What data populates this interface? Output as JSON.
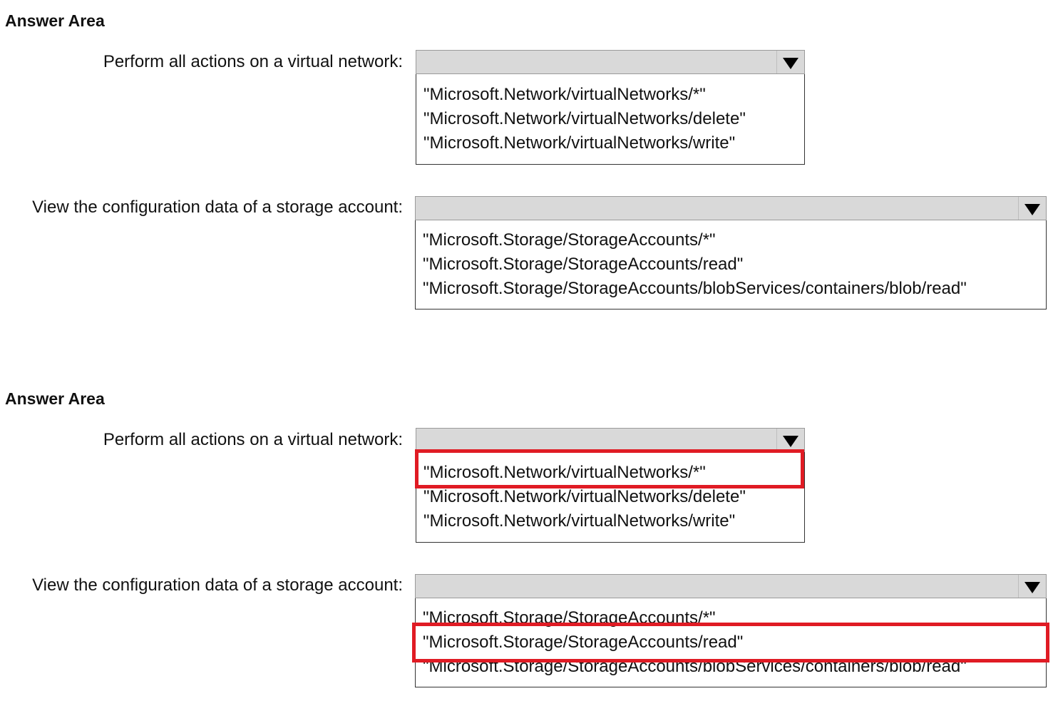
{
  "sections": [
    {
      "title": "Answer Area",
      "questions": [
        {
          "label": "Perform all actions on a virtual network:",
          "options": [
            "\"Microsoft.Network/virtualNetworks/*\"",
            "\"Microsoft.Network/virtualNetworks/delete\"",
            "\"Microsoft.Network/virtualNetworks/write\""
          ],
          "selected": null
        },
        {
          "label": "View the configuration data of a storage account:",
          "options": [
            "\"Microsoft.Storage/StorageAccounts/*\"",
            "\"Microsoft.Storage/StorageAccounts/read\"",
            "\"Microsoft.Storage/StorageAccounts/blobServices/containers/blob/read\""
          ],
          "selected": null
        }
      ]
    },
    {
      "title": "Answer Area",
      "questions": [
        {
          "label": "Perform all actions on a virtual network:",
          "options": [
            "\"Microsoft.Network/virtualNetworks/*\"",
            "\"Microsoft.Network/virtualNetworks/delete\"",
            "\"Microsoft.Network/virtualNetworks/write\""
          ],
          "selected": 0
        },
        {
          "label": "View the configuration data of a storage account:",
          "options": [
            "\"Microsoft.Storage/StorageAccounts/*\"",
            "\"Microsoft.Storage/StorageAccounts/read\"",
            "\"Microsoft.Storage/StorageAccounts/blobServices/containers/blob/read\""
          ],
          "selected": 1
        }
      ]
    }
  ],
  "highlight_color": "#e01b24"
}
